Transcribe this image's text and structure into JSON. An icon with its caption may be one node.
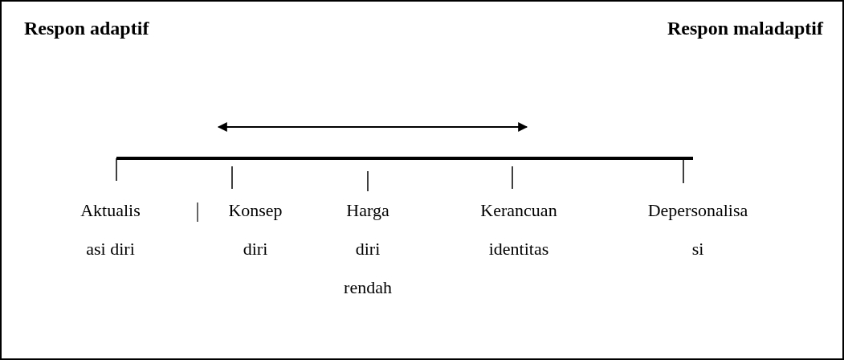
{
  "diagram": {
    "labels": [
      "Respon adaptif",
      "Respon maladaptif",
      "Aktualis asi diri",
      "Konsep diri",
      "Harga diri rendah",
      "Kerancuan identitas",
      "Depersonalisa si"
    ]
  }
}
